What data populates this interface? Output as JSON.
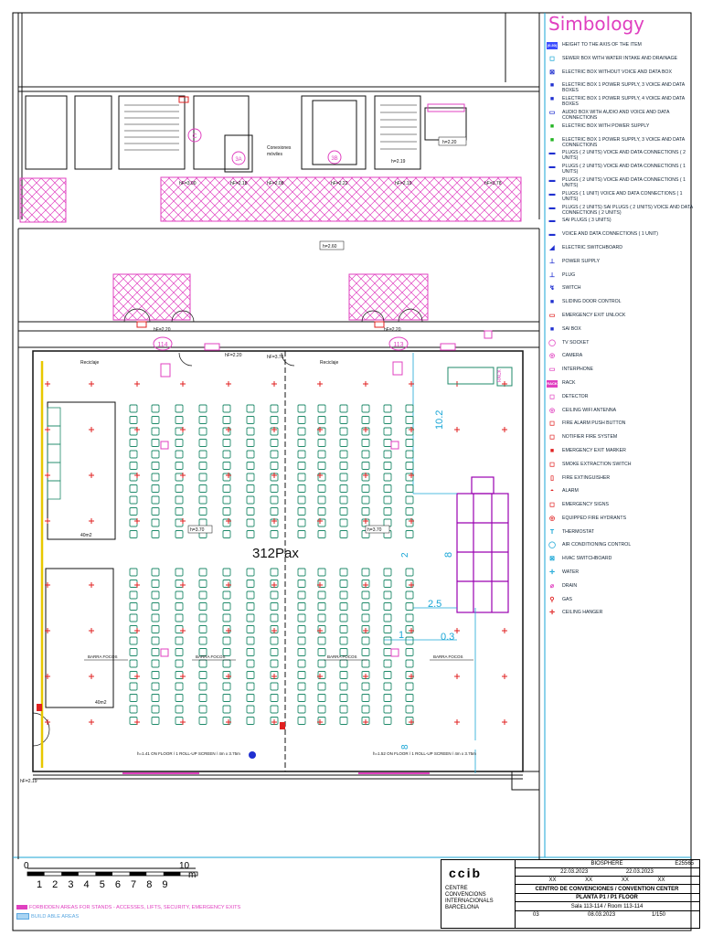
{
  "legend": {
    "title": "Simbology",
    "items": [
      {
        "sym": "(0.30)",
        "color": "#3a4cff",
        "text": "HEIGHT TO THE AXIS OF THE ITEM"
      },
      {
        "sym": "◻",
        "color": "#1aa6d6",
        "text": "SEWER BOX WITH WATER INTAKE AND DRAINAGE"
      },
      {
        "sym": "⊠",
        "color": "#2030d0",
        "text": "ELECTRIC BOX WITHOUT VOICE AND DATA BOX"
      },
      {
        "sym": "■",
        "color": "#2030d0",
        "text": "ELECTRIC BOX 1 POWER SUPPLY, 3 VOICE AND DATA BOXES"
      },
      {
        "sym": "■",
        "color": "#2030d0",
        "text": "ELECTRIC BOX 1 POWER SUPPLY, 4 VOICE AND DATA BOXES"
      },
      {
        "sym": "▭",
        "color": "#2030d0",
        "text": "AUDIO BOX WITH AUDIO AND VOICE AND DATA CONNECTIONS"
      },
      {
        "sym": "■",
        "color": "#22b422",
        "text": "ELECTRIC BOX WITH POWER SUPPLY"
      },
      {
        "sym": "■",
        "color": "#22b422",
        "text": "ELECTRIC BOX 1 POWER SUPPLY, 3 VOICE AND DATA CONNECTIONS"
      },
      {
        "sym": "▬",
        "color": "#2030d0",
        "text": "PLUGS ( 2 UNITS) VOICE AND DATA CONNECTIONS ( 2 UNITS)"
      },
      {
        "sym": "▬",
        "color": "#2030d0",
        "text": "PLUGS ( 2 UNITS) VOICE AND DATA CONNECTIONS ( 1 UNITS)"
      },
      {
        "sym": "▬",
        "color": "#2030d0",
        "text": "PLUGS ( 2 UNITS) VOICE AND DATA CONNECTIONS ( 1 UNITS)"
      },
      {
        "sym": "▬",
        "color": "#2030d0",
        "text": "PLUGS ( 1 UNIT) VOICE AND DATA CONNECTIONS ( 1 UNITS)"
      },
      {
        "sym": "▬",
        "color": "#2030d0",
        "text": "PLUGS ( 2 UNITS) SAI PLUGS ( 2 UNITS) VOICE AND DATA CONNECTIONS ( 2 UNITS)"
      },
      {
        "sym": "▬",
        "color": "#2030d0",
        "text": "SAI PLUGS ( 3 UNITS)"
      },
      {
        "sym": "▬",
        "color": "#2030d0",
        "text": "VOICE AND DATA CONNECTIONS ( 1 UNIT)"
      },
      {
        "sym": "◢",
        "color": "#2030d0",
        "text": "ELECTRIC SWITCHBOARD"
      },
      {
        "sym": "⊥",
        "color": "#2030d0",
        "text": "POWER SUPPLY"
      },
      {
        "sym": "⊥",
        "color": "#2030d0",
        "text": "PLUG"
      },
      {
        "sym": "↯",
        "color": "#2030d0",
        "text": "SWITCH"
      },
      {
        "sym": "■",
        "color": "#2030d0",
        "text": "SLIDING DOOR CONTROL"
      },
      {
        "sym": "▭",
        "color": "#e02020",
        "text": "EMERGENCY EXIT UNLOCK"
      },
      {
        "sym": "■",
        "color": "#2030d0",
        "text": "SAI BOX"
      },
      {
        "sym": "◯",
        "color": "#e040c0",
        "text": "TV SOCKET"
      },
      {
        "sym": "◎",
        "color": "#e040c0",
        "text": "CAMERA"
      },
      {
        "sym": "▭",
        "color": "#e040c0",
        "text": "INTERPHONE"
      },
      {
        "sym": "RACK",
        "color": "#e040c0",
        "text": "RACK"
      },
      {
        "sym": "◻",
        "color": "#e040c0",
        "text": "DETECTOR"
      },
      {
        "sym": "◎",
        "color": "#e040c0",
        "text": "CEILING WIFI ANTENNA"
      },
      {
        "sym": "◻",
        "color": "#e02020",
        "text": "FIRE ALARM PUSH BUTTON"
      },
      {
        "sym": "◻",
        "color": "#e02020",
        "text": "NOTIFIER FIRE SYSTEM"
      },
      {
        "sym": "■",
        "color": "#e02020",
        "text": "EMERGENCY EXIT MARKER"
      },
      {
        "sym": "◻",
        "color": "#e02020",
        "text": "SMOKE EXTRACTION SWITCH"
      },
      {
        "sym": "▯",
        "color": "#e02020",
        "text": "FIRE EXTINGUISHER"
      },
      {
        "sym": "◓",
        "color": "#e02020",
        "text": "ALARM"
      },
      {
        "sym": "◻",
        "color": "#e02020",
        "text": "EMERGENCY SIGNS"
      },
      {
        "sym": "◎",
        "color": "#e02020",
        "text": "EQUIPPED FIRE HYDRANTS"
      },
      {
        "sym": "T",
        "color": "#1aa6d6",
        "text": "THERMOSTAT"
      },
      {
        "sym": "◯",
        "color": "#1aa6d6",
        "text": "AIR CONDITIONING CONTROL"
      },
      {
        "sym": "⊠",
        "color": "#1aa6d6",
        "text": "HVAC SWITCHBOARD"
      },
      {
        "sym": "✛",
        "color": "#1aa6d6",
        "text": "WATER"
      },
      {
        "sym": "⌀",
        "color": "#e040c0",
        "text": "DRAIN"
      },
      {
        "sym": "⚲",
        "color": "#e02020",
        "text": "GAS"
      },
      {
        "sym": "✛",
        "color": "#e02020",
        "text": "CEILING HANGER"
      }
    ]
  },
  "plan": {
    "capacity": "312Pax",
    "rooms": [
      "114",
      "113"
    ],
    "cores": [
      "C",
      "3A",
      "3B"
    ],
    "moving_walls_label": [
      "Conexiones",
      "móviles"
    ],
    "h_labels": [
      "h=2.20",
      "h=2.20",
      "h=2.60",
      "hF=2.20",
      "hF=2.20",
      "hF=3.00",
      "hF=2.18",
      "hF=2.08",
      "hF=2.22",
      "hF=2.19",
      "h=2.19",
      "hF=2.20",
      "hF=3.76",
      "hF=3.78",
      "hF=2.19"
    ],
    "area_labels": [
      "40m2",
      "40m2"
    ],
    "focus_bars": [
      "BARRA FOCOS",
      "BARRA FOCOS",
      "BARRA FOCOS",
      "BARRA FOCOS"
    ],
    "screens": [
      "h=1.41 ON FLOOR / 1 ROLL-UP SCREEN / 4m x 3.75m",
      "h=1.52 ON FLOOR / 1 ROLL-UP SCREEN / 4m x 3.75m"
    ],
    "recycle_label": "Reciclaje",
    "dims": [
      "10.2",
      "2",
      "2.5",
      "8",
      "1",
      "0.3",
      "8"
    ],
    "rack": "RACK",
    "height_center": [
      "h=3.70",
      "h=3.70"
    ]
  },
  "scale": {
    "zero": "0",
    "ten": "10",
    "unit": "m",
    "ticks": "1 2 3 4 5 6 7 8 9"
  },
  "notes": {
    "forbidden": "FORBIDDEN AREAS FOR STANDS - ACCESSES, LIFTS, SECURITY, EMERGENCY EXITS",
    "buildable": "BUILD ABLE AREAS"
  },
  "title_block": {
    "logo_lines": [
      "CENTRE",
      "CONVENCIONS",
      "INTERNACIONALS",
      "BARCELONA"
    ],
    "project": "BIOSPHERE",
    "code": "E25565",
    "date1": "22.03.2023",
    "date2": "22.03.2023",
    "xx": [
      "XX",
      "XX",
      "XX",
      "XX"
    ],
    "venue": "CENTRO DE CONVENCIONES / CONVENTION CENTER",
    "floor": "PLANTA P1 / P1 FLOOR",
    "room": "Sala 113-114 / Room 113-114",
    "rev": "03",
    "date3": "08.03.2023",
    "scale": "1/150"
  },
  "colors": {
    "chairs": "#1f8a6a",
    "walls": "#111",
    "forbidden": "#e040c0",
    "accent": "#1aa6d6",
    "hangers": "#e02020",
    "electric": "#2030d0"
  }
}
